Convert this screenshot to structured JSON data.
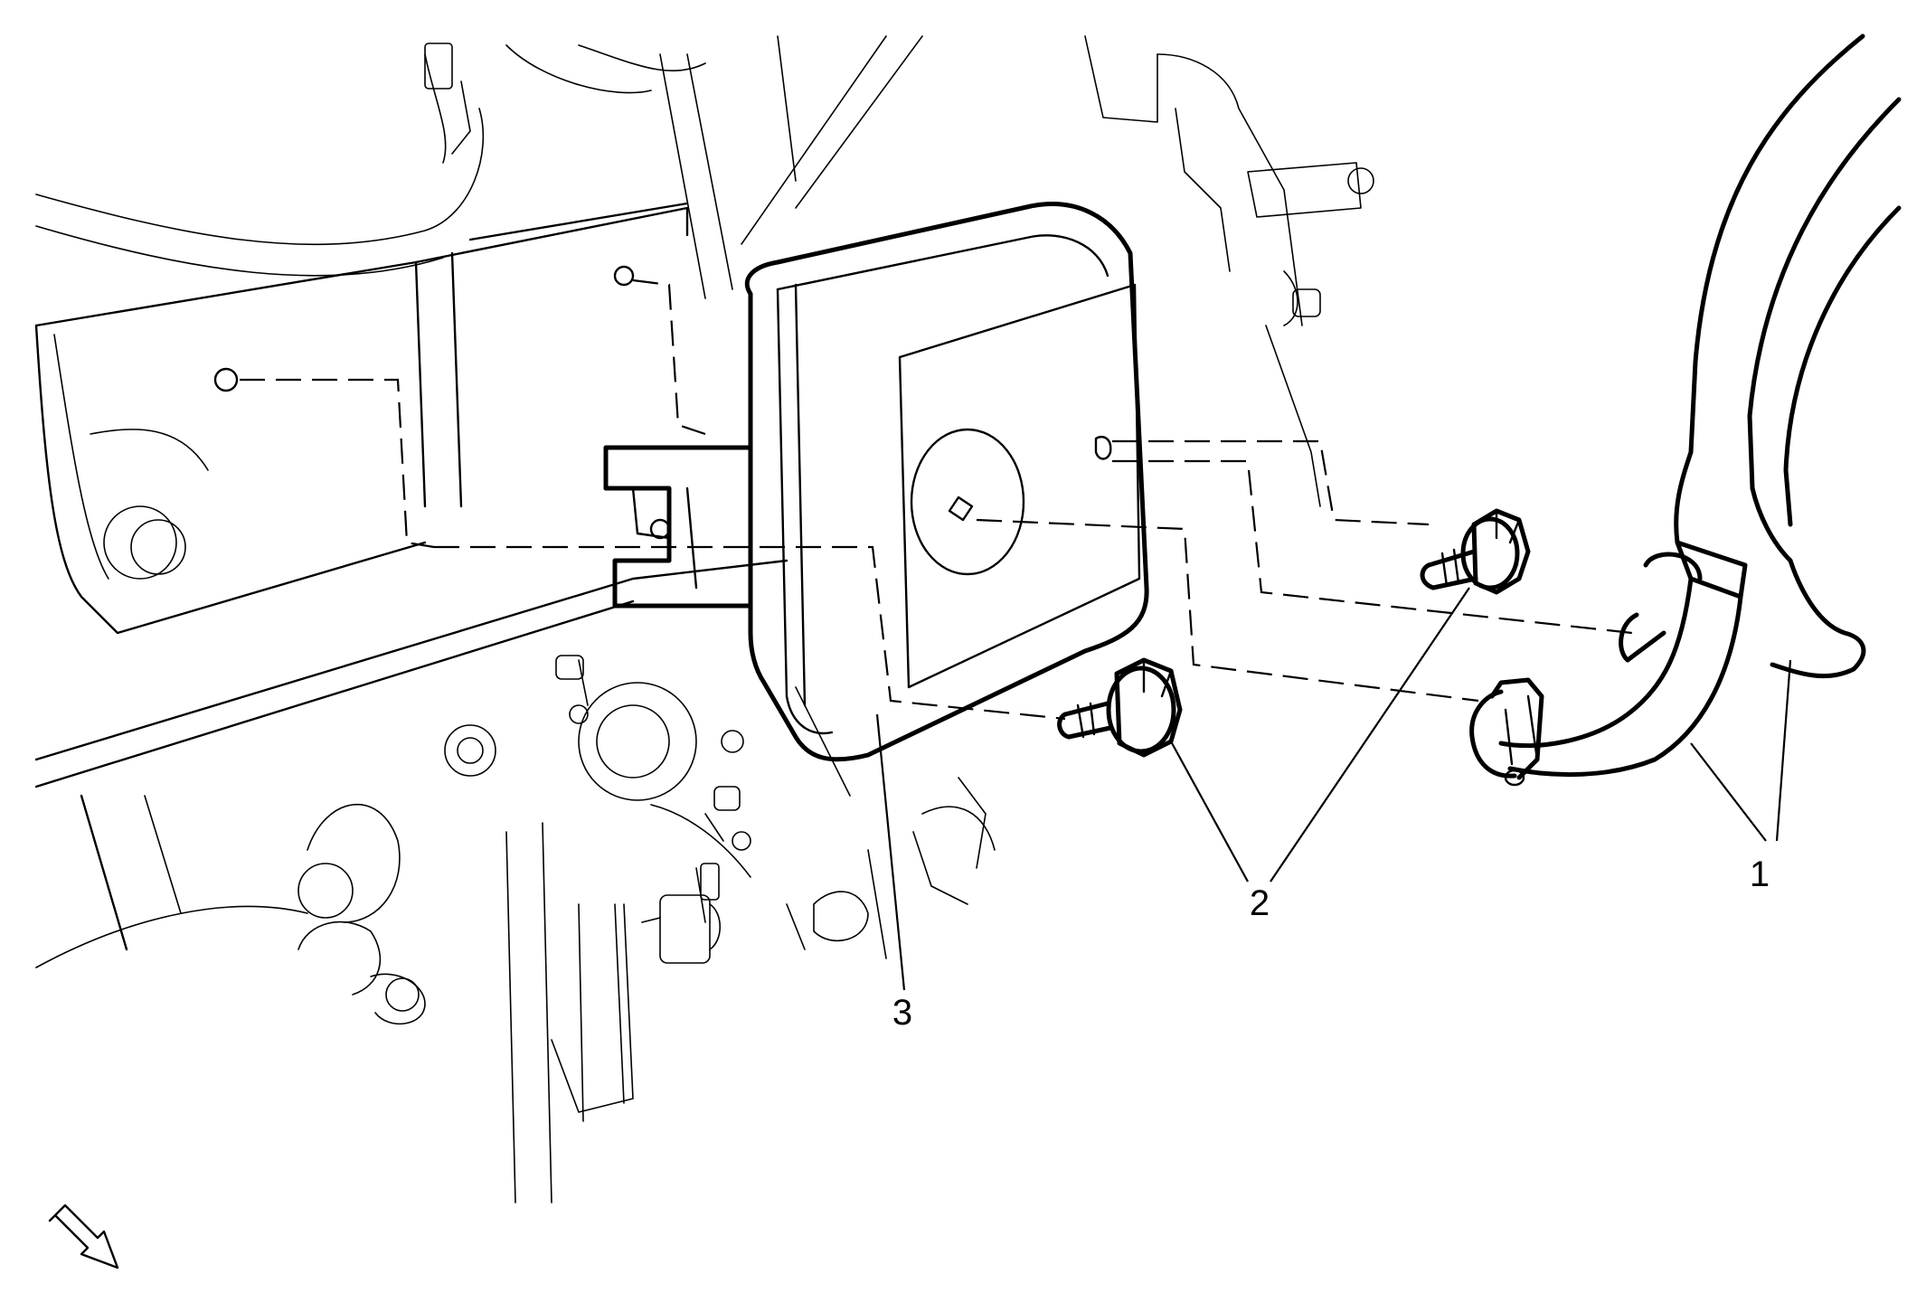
{
  "callouts": [
    {
      "id": "1",
      "label": "1"
    },
    {
      "id": "2",
      "label": "2"
    },
    {
      "id": "3",
      "label": "3"
    }
  ],
  "icons": {
    "orientation": "view-direction-arrow-icon"
  },
  "colors": {
    "line": "#000000",
    "background": "#ffffff"
  }
}
